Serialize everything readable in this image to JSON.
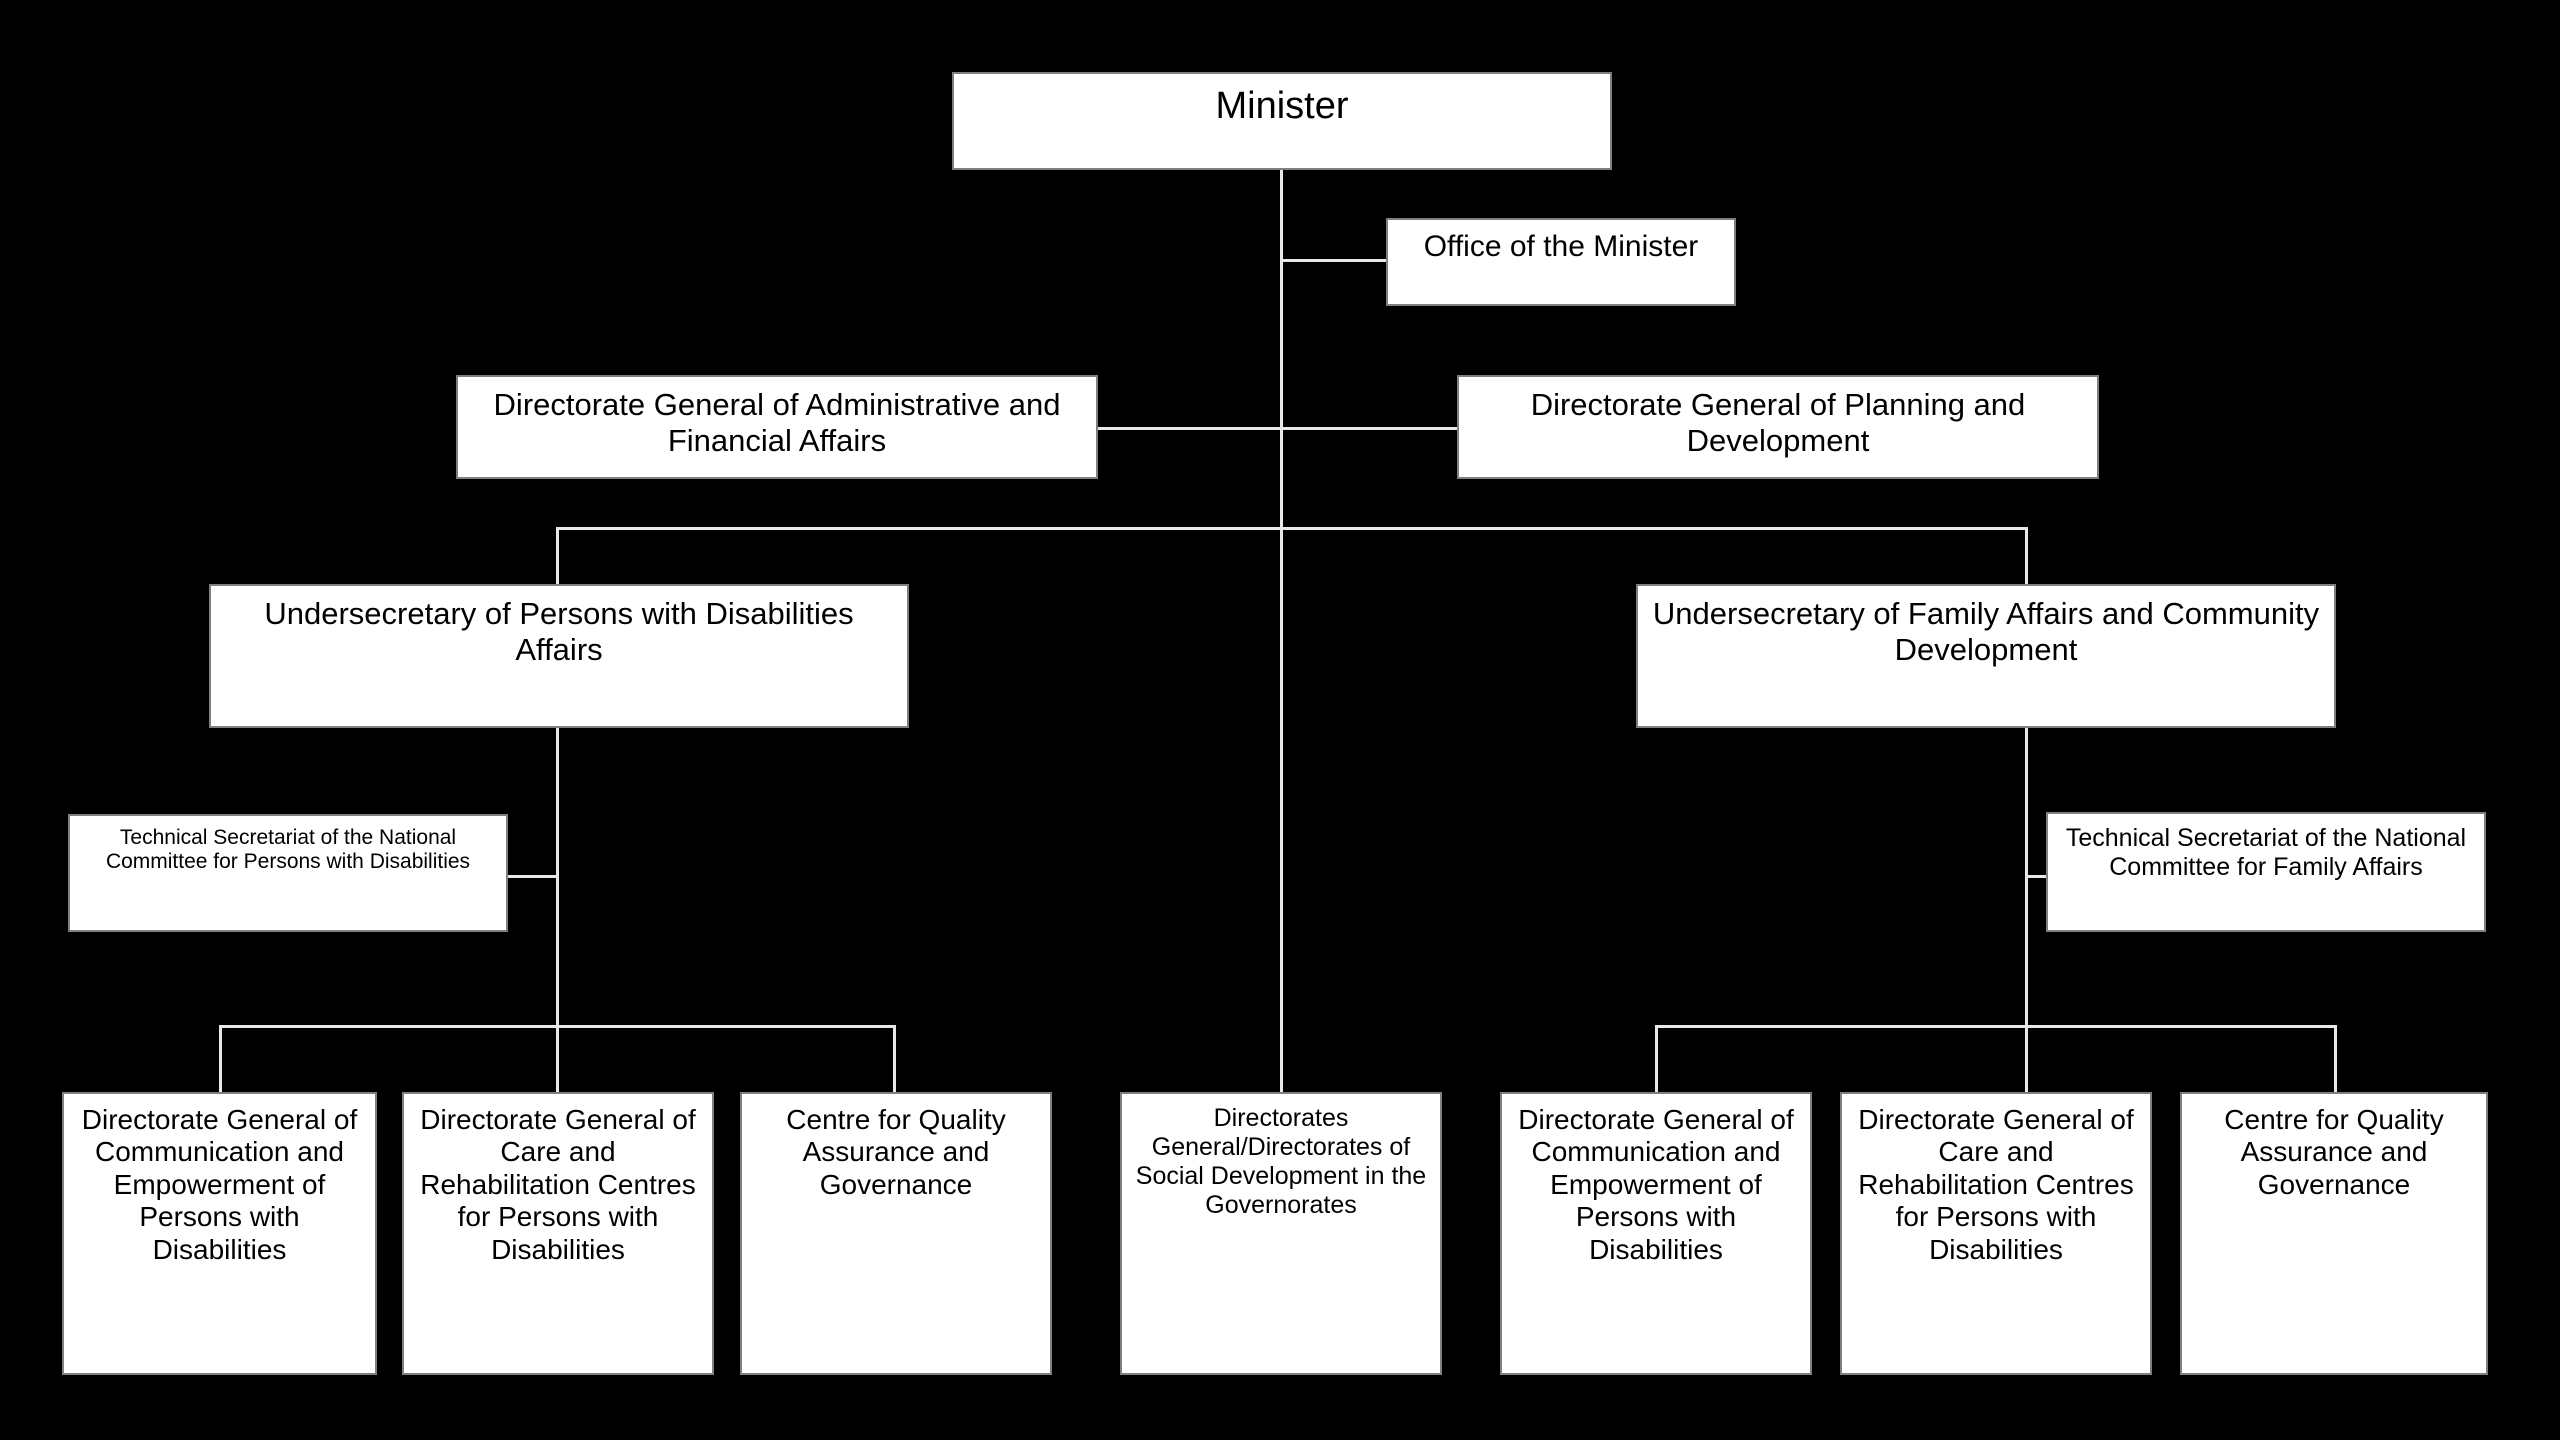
{
  "chart_data": {
    "type": "diagram",
    "subtype": "organizational-chart",
    "title": "Ministry Organizational Structure",
    "background_color": "#000000",
    "node_fill_color": "#ffffff",
    "node_border_color": "#7f7f7f",
    "connector_color": "#e8e8e8",
    "levels": [
      {
        "level": 1,
        "nodes": [
          "minister"
        ]
      },
      {
        "level": 2,
        "nodes": [
          "office_of_the_minister"
        ]
      },
      {
        "level": 3,
        "nodes": [
          "dg_administrative_financial",
          "dg_planning_development"
        ]
      },
      {
        "level": 4,
        "nodes": [
          "us_disabilities",
          "us_family_affairs"
        ]
      },
      {
        "level": 5,
        "nodes": [
          "ts_national_committee_disabilities",
          "ts_national_committee_family"
        ]
      },
      {
        "level": 6,
        "nodes": [
          "dg_communication_empowerment_left",
          "dg_care_rehabilitation_left",
          "centre_quality_left",
          "directorates_social_development",
          "dg_communication_empowerment_right",
          "dg_care_rehabilitation_right",
          "centre_quality_right"
        ]
      }
    ],
    "edges": [
      {
        "from": "minister",
        "to": "office_of_the_minister"
      },
      {
        "from": "minister",
        "to": "dg_administrative_financial"
      },
      {
        "from": "minister",
        "to": "dg_planning_development"
      },
      {
        "from": "minister",
        "to": "us_disabilities"
      },
      {
        "from": "minister",
        "to": "us_family_affairs"
      },
      {
        "from": "minister",
        "to": "directorates_social_development"
      },
      {
        "from": "us_disabilities",
        "to": "ts_national_committee_disabilities"
      },
      {
        "from": "us_disabilities",
        "to": "dg_communication_empowerment_left"
      },
      {
        "from": "us_disabilities",
        "to": "dg_care_rehabilitation_left"
      },
      {
        "from": "us_disabilities",
        "to": "centre_quality_left"
      },
      {
        "from": "us_family_affairs",
        "to": "ts_national_committee_family"
      },
      {
        "from": "us_family_affairs",
        "to": "dg_communication_empowerment_right"
      },
      {
        "from": "us_family_affairs",
        "to": "dg_care_rehabilitation_right"
      },
      {
        "from": "us_family_affairs",
        "to": "centre_quality_right"
      }
    ]
  },
  "nodes": {
    "minister": {
      "label": "Minister"
    },
    "office_of_the_minister": {
      "label": "Office of the Minister"
    },
    "dg_administrative_financial": {
      "label": "Directorate General of Administrative and Financial Affairs"
    },
    "dg_planning_development": {
      "label": "Directorate General of Planning and Development"
    },
    "us_disabilities": {
      "label": "Undersecretary of Persons with Disabilities Affairs"
    },
    "us_family_affairs": {
      "label": "Undersecretary of Family Affairs and Community Development"
    },
    "ts_national_committee_disabilities": {
      "label": "Technical Secretariat of the National Committee for Persons with Disabilities"
    },
    "ts_national_committee_family": {
      "label": "Technical Secretariat of the National Committee for Family Affairs"
    },
    "dg_communication_empowerment_left": {
      "label": "Directorate General of Communication and Empowerment of Persons with Disabilities"
    },
    "dg_care_rehabilitation_left": {
      "label": "Directorate General of Care and Rehabilitation Centres for Persons with Disabilities"
    },
    "centre_quality_left": {
      "label": "Centre for Quality Assurance and Governance"
    },
    "directorates_social_development": {
      "label": "Directorates General/Directorates of Social Development in the Governorates"
    },
    "dg_communication_empowerment_right": {
      "label": "Directorate General of Communication and Empowerment of Persons with Disabilities"
    },
    "dg_care_rehabilitation_right": {
      "label": "Directorate General of Care and Rehabilitation Centres for Persons with Disabilities"
    },
    "centre_quality_right": {
      "label": "Centre for Quality Assurance and Governance"
    }
  }
}
